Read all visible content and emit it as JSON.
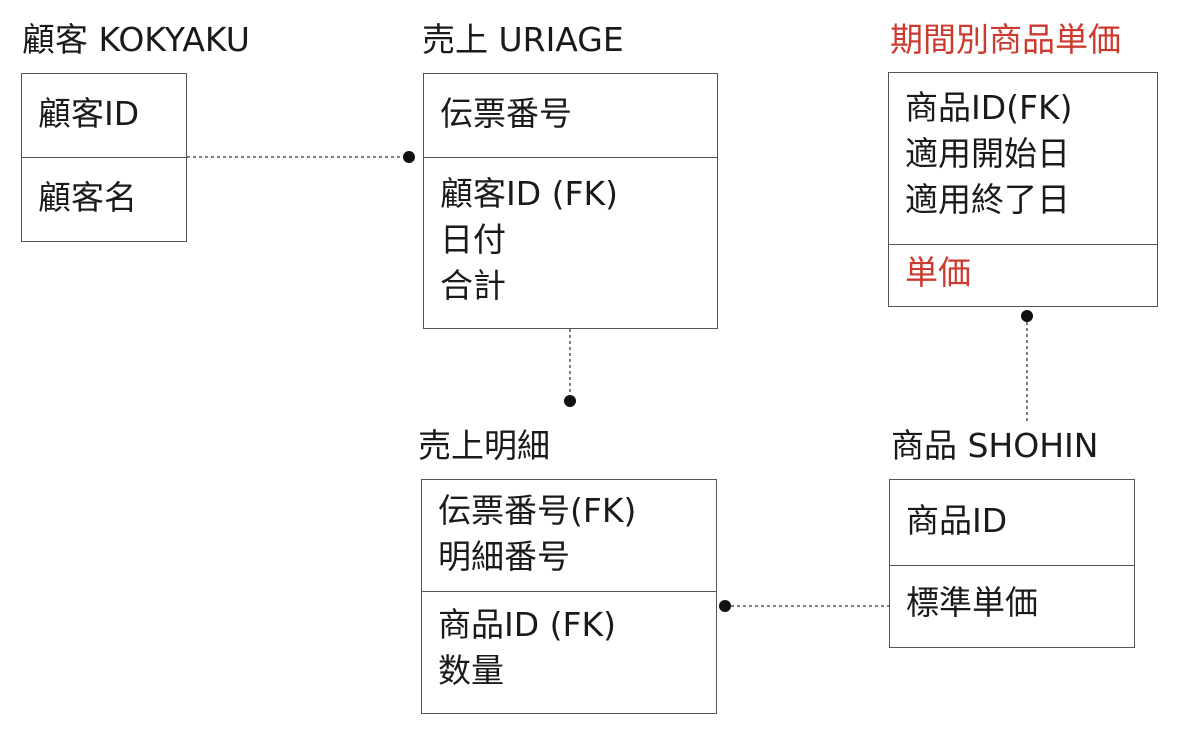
{
  "entities": {
    "kokyaku": {
      "title": "顧客 KOKYAKU",
      "keys": [
        "顧客ID"
      ],
      "attrs": [
        "顧客名"
      ]
    },
    "uriage": {
      "title": "売上 URIAGE",
      "keys": [
        "伝票番号"
      ],
      "attrs": [
        "顧客ID (FK)",
        "日付",
        "合計"
      ]
    },
    "kikanbetsu": {
      "title": "期間別商品単価",
      "keys": [
        "商品ID(FK)",
        "適用開始日",
        "適用終了日"
      ],
      "attrs": [
        "単価"
      ]
    },
    "uriage_meisai": {
      "title": "売上明細",
      "keys": [
        "伝票番号(FK)",
        "明細番号"
      ],
      "attrs": [
        "商品ID (FK)",
        "数量"
      ]
    },
    "shohin": {
      "title": "商品 SHOHIN",
      "keys": [
        "商品ID"
      ],
      "attrs": [
        "標準単価"
      ]
    }
  },
  "colors": {
    "text": "#1a1a1a",
    "border": "#555555",
    "accent": "#cc3a2f",
    "connector": "#555555"
  }
}
